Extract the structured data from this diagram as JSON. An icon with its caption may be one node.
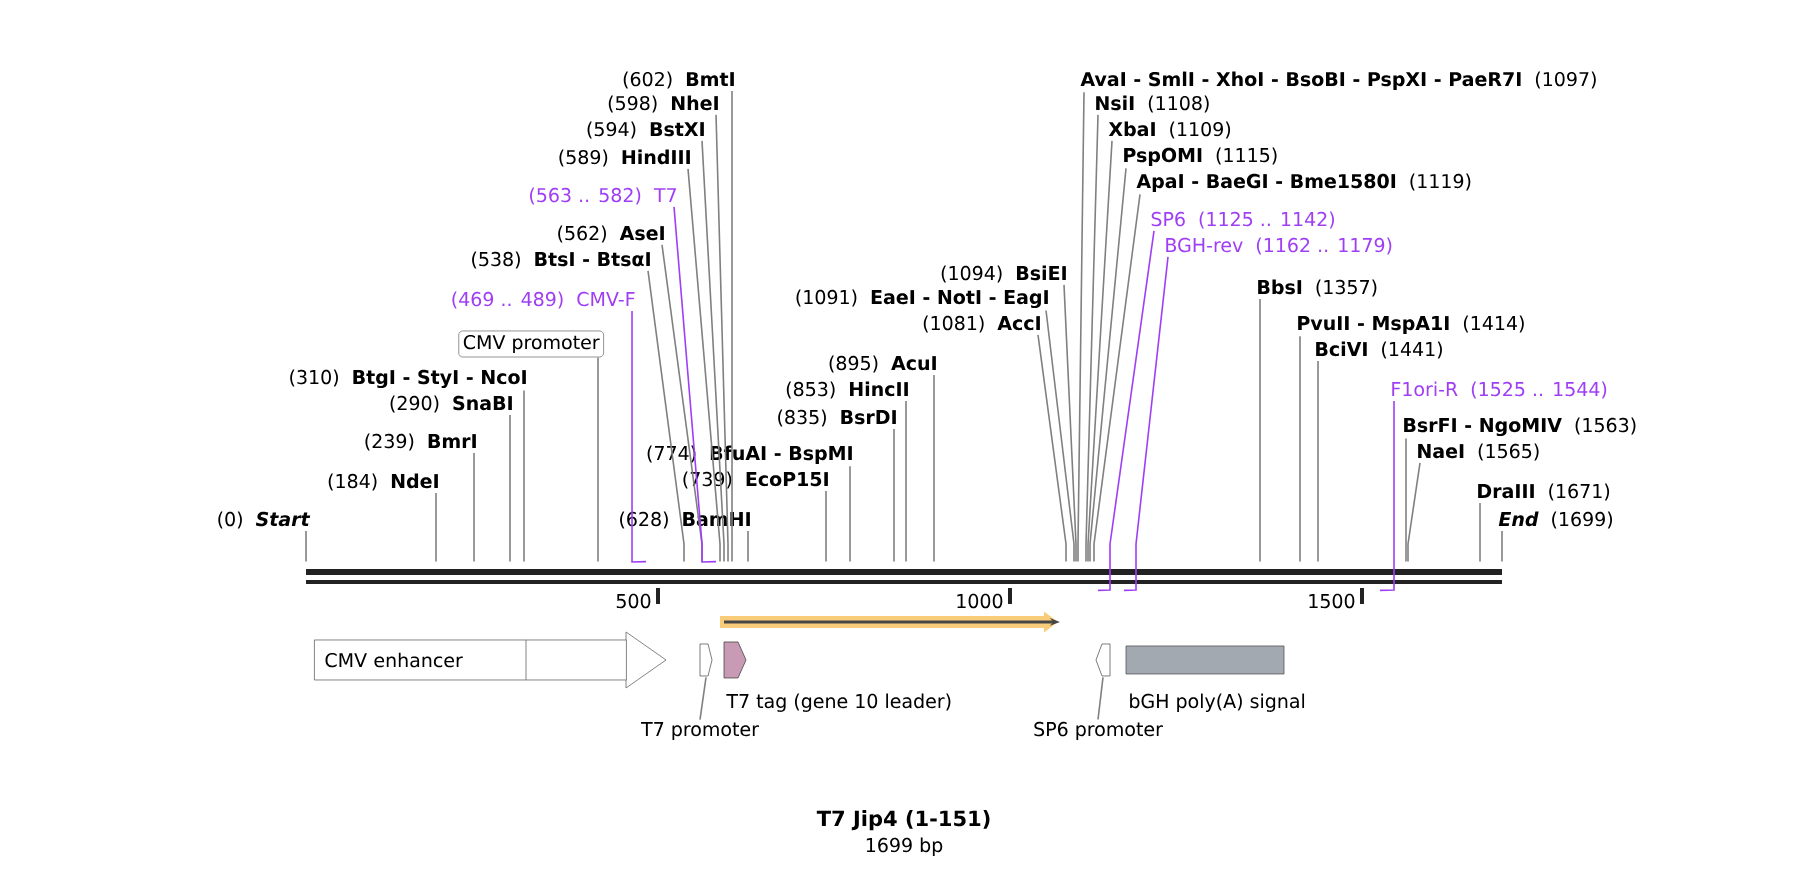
{
  "diagram": {
    "title": "T7 Jip4 (1-151)",
    "nodes": [
      {
        "text": [],
        "shape": "bar"
      },
      {
        "text": [
          "(0)",
          "Start"
        ]
      },
      {
        "text": [
          "(184)",
          "NdeI"
        ]
      },
      {
        "text": [
          "(239)",
          "BmrI"
        ]
      },
      {
        "text": [
          "(290)",
          "SnaBI"
        ]
      },
      {
        "text": [
          "(310)",
          "BtgI - StyI - NcoI"
        ]
      },
      {
        "text": [
          "CMV promoter"
        ]
      },
      {
        "text": [
          "(469 .. 489)",
          "CMV-F"
        ]
      },
      {
        "text": [
          "(538)",
          "BtsI - BtsαI"
        ]
      },
      {
        "text": [
          "(562)",
          "AseI"
        ]
      },
      {
        "text": [
          "(563 .. 582)",
          "T7"
        ]
      },
      {
        "text": [
          "(589)",
          "HindIII"
        ]
      },
      {
        "text": [
          "(594)",
          "BstXI"
        ]
      },
      {
        "text": [
          "(598)",
          "NheI"
        ]
      },
      {
        "text": [
          "(602)",
          "BmtI"
        ]
      },
      {
        "text": [
          "(628)",
          "BamHI"
        ]
      },
      {
        "text": [
          "(739)",
          "EcoP15I"
        ]
      },
      {
        "text": [
          "(774)",
          "BfuAI - BspMI"
        ]
      },
      {
        "text": [
          "(835)",
          "BsrDI"
        ]
      },
      {
        "text": [
          "(853)",
          "HincII"
        ]
      },
      {
        "text": [
          "(895)",
          "AcuI"
        ]
      },
      {
        "text": [
          "(1081)",
          "AccI"
        ]
      },
      {
        "text": [
          "(1091)",
          "EaeI - NotI - EagI"
        ]
      },
      {
        "text": [
          "(1094)",
          "BsiEI"
        ]
      },
      {
        "text": [
          "AvaI - SmlI - XhoI - BsoBI - PspXI - PaeR7I",
          "(1097)"
        ]
      },
      {
        "text": [
          "NsiI",
          "(1108)"
        ]
      },
      {
        "text": [
          "XbaI",
          "(1109)"
        ]
      },
      {
        "text": [
          "PspOMI",
          "(1115)"
        ]
      },
      {
        "text": [
          "ApaI - BaeGI - Bme1580I",
          "(1119)"
        ]
      },
      {
        "text": [
          "SP6",
          "(1125 .. 1142)"
        ]
      },
      {
        "text": [
          "BGH-rev",
          "(1162 .. 1179)"
        ]
      },
      {
        "text": [
          "BbsI",
          "(1357)"
        ]
      },
      {
        "text": [
          "PvuII - MspA1I",
          "(1414)"
        ]
      },
      {
        "text": [
          "BciVI",
          "(1441)"
        ]
      },
      {
        "text": [
          "F1ori-R",
          "(1525 .. 1544)"
        ]
      },
      {
        "text": [
          "BsrFI - NgoMIV",
          "(1563)"
        ]
      },
      {
        "text": [
          "NaeI",
          "(1565)"
        ]
      },
      {
        "text": [
          "DraIII",
          "(1671)"
        ]
      },
      {
        "text": [
          "End",
          "(1699)"
        ]
      },
      {
        "text": [
          "CMV enhancer"
        ]
      },
      {
        "text": [],
        "shape": "arrow"
      },
      {
        "text": [],
        "shape": "arrow",
        "beside": [
          "T7 tag (gene 10 leader)"
        ]
      },
      {
        "text": [],
        "shape": "arrow"
      },
      {
        "text": [],
        "shape": "arrow"
      },
      {
        "text": [],
        "shape": "box",
        "beside": [
          "bGH poly(A) signal"
        ]
      },
      {
        "text": [
          "T7 promoter"
        ]
      },
      {
        "text": [
          "SP6 promoter"
        ]
      }
    ],
    "edges": [
      {
        "from": 1,
        "to": 0,
        "arrow": "none"
      },
      {
        "from": 2,
        "to": 0,
        "arrow": "none"
      },
      {
        "from": 3,
        "to": 0,
        "arrow": "none"
      },
      {
        "from": 4,
        "to": 0,
        "arrow": "none"
      },
      {
        "from": 5,
        "to": 0,
        "arrow": "none"
      },
      {
        "from": 6,
        "to": 0,
        "arrow": "none"
      },
      {
        "from": 7,
        "to": 0,
        "arrow": "none",
        "color": "#9f3ff5"
      },
      {
        "from": 8,
        "to": 0,
        "arrow": "none"
      },
      {
        "from": 9,
        "to": 0,
        "arrow": "none"
      },
      {
        "from": 10,
        "to": 0,
        "arrow": "none",
        "color": "#9f3ff5"
      },
      {
        "from": 11,
        "to": 0,
        "arrow": "none"
      },
      {
        "from": 12,
        "to": 0,
        "arrow": "none"
      },
      {
        "from": 13,
        "to": 0,
        "arrow": "none"
      },
      {
        "from": 14,
        "to": 0,
        "arrow": "none"
      },
      {
        "from": 15,
        "to": 0,
        "arrow": "none"
      },
      {
        "from": 16,
        "to": 0,
        "arrow": "none"
      },
      {
        "from": 17,
        "to": 0,
        "arrow": "none"
      },
      {
        "from": 18,
        "to": 0,
        "arrow": "none"
      },
      {
        "from": 19,
        "to": 0,
        "arrow": "none"
      },
      {
        "from": 20,
        "to": 0,
        "arrow": "none"
      },
      {
        "from": 21,
        "to": 0,
        "arrow": "none"
      },
      {
        "from": 22,
        "to": 0,
        "arrow": "none"
      },
      {
        "from": 23,
        "to": 0,
        "arrow": "none"
      },
      {
        "from": 24,
        "to": 0,
        "arrow": "none"
      },
      {
        "from": 25,
        "to": 0,
        "arrow": "none"
      },
      {
        "from": 26,
        "to": 0,
        "arrow": "none"
      },
      {
        "from": 27,
        "to": 0,
        "arrow": "none"
      },
      {
        "from": 28,
        "to": 0,
        "arrow": "none"
      },
      {
        "from": 29,
        "to": 0,
        "arrow": "none",
        "color": "#9f3ff5"
      },
      {
        "from": 30,
        "to": 0,
        "arrow": "none",
        "color": "#9f3ff5"
      },
      {
        "from": 31,
        "to": 0,
        "arrow": "none"
      },
      {
        "from": 32,
        "to": 0,
        "arrow": "none"
      },
      {
        "from": 33,
        "to": 0,
        "arrow": "none"
      },
      {
        "from": 34,
        "to": 0,
        "arrow": "none",
        "color": "#9f3ff5"
      },
      {
        "from": 35,
        "to": 0,
        "arrow": "none"
      },
      {
        "from": 36,
        "to": 0,
        "arrow": "none"
      },
      {
        "from": 37,
        "to": 0,
        "arrow": "none"
      },
      {
        "from": 38,
        "to": 0,
        "arrow": "none"
      },
      {
        "from": 45,
        "to": 40,
        "arrow": "none"
      },
      {
        "from": 46,
        "to": 43,
        "arrow": "none"
      }
    ],
    "labels": [
      "500",
      "1000",
      "1500",
      "1699 bp"
    ]
  }
}
